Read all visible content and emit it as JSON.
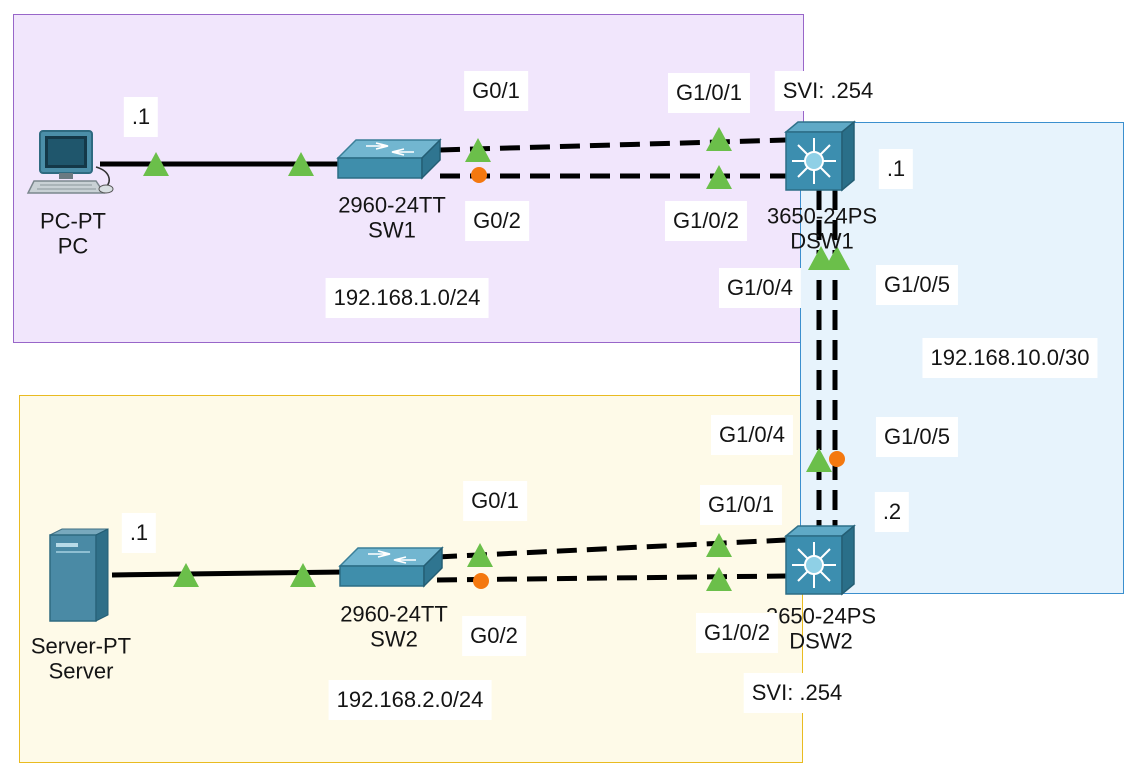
{
  "areas": {
    "lan1": {
      "color": "#f1e6fc"
    },
    "lan2": {
      "color": "#fefae8"
    },
    "transit": {
      "color": "#e7f3fc"
    }
  },
  "devices": {
    "pc": {
      "model": "PC-PT",
      "name": "PC",
      "icon": "pc-icon"
    },
    "sw1": {
      "model": "2960-24TT",
      "name": "SW1",
      "icon": "switch-icon"
    },
    "dsw1": {
      "model": "3650-24PS",
      "name": "DSW1",
      "icon": "multilayer-switch-icon"
    },
    "server": {
      "model": "Server-PT",
      "name": "Server",
      "icon": "server-icon"
    },
    "sw2": {
      "model": "2960-24TT",
      "name": "SW2",
      "icon": "switch-icon"
    },
    "dsw2": {
      "model": "3650-24PS",
      "name": "DSW2",
      "icon": "multilayer-switch-icon"
    }
  },
  "labels": {
    "pc_ip": ".1",
    "sw1_g01": "G0/1",
    "sw1_g02": "G0/2",
    "dsw1_g101": "G1/0/1",
    "dsw1_g102": "G1/0/2",
    "dsw1_svi": "SVI: .254",
    "dsw1_ip": ".1",
    "dsw1_g104": "G1/0/4",
    "dsw1_g105": "G1/0/5",
    "net_lan1": "192.168.1.0/24",
    "net_transit": "192.168.10.0/30",
    "dsw2_g104": "G1/0/4",
    "dsw2_g105": "G1/0/5",
    "dsw2_ip": ".2",
    "server_ip": ".1",
    "sw2_g01": "G0/1",
    "sw2_g02": "G0/2",
    "dsw2_g101": "G1/0/1",
    "dsw2_g102": "G1/0/2",
    "net_lan2": "192.168.2.0/24",
    "dsw2_svi": "SVI: .254"
  },
  "link_status": {
    "up_color": "#6bbf4a",
    "blocked_color": "#f4780f"
  }
}
